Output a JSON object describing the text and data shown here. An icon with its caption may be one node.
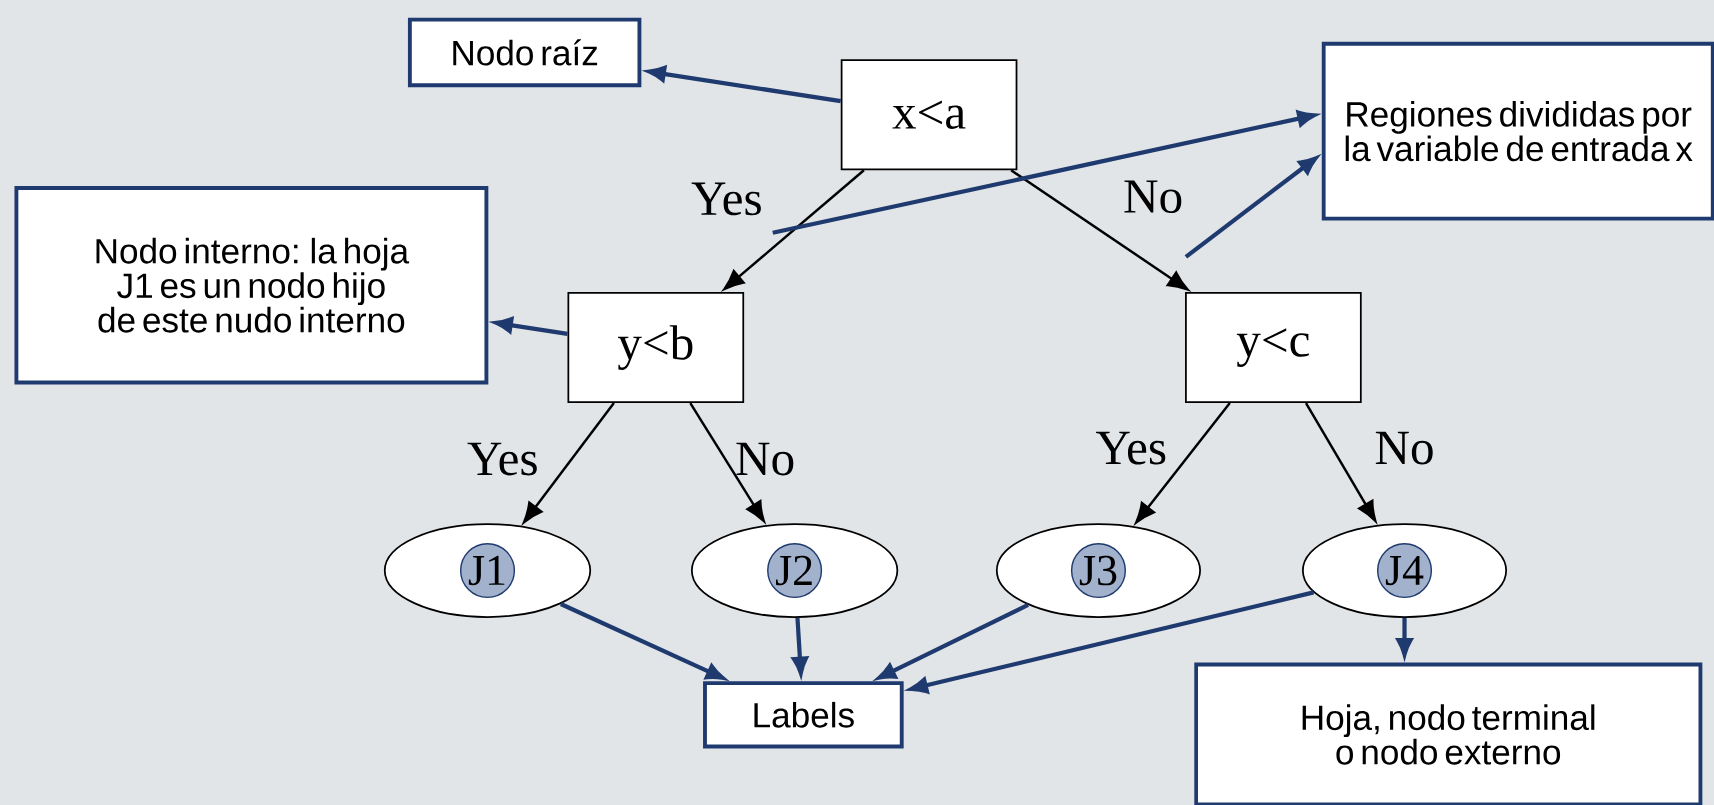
{
  "diagram": {
    "nodes": [
      {
        "text": [
          "Nodo raíz"
        ]
      },
      {
        "text": [
          "x<a"
        ]
      },
      {
        "text": [
          "Regiones divididas por la variable de entrada x"
        ]
      },
      {
        "text": [
          "Nodo interno: la hoja J1 es un nodo hijo de este nudo interno"
        ]
      },
      {
        "text": [
          "y<b"
        ]
      },
      {
        "text": [
          "y<c"
        ]
      },
      {
        "text": [
          "J1"
        ]
      },
      {
        "text": [
          "J2"
        ]
      },
      {
        "text": [
          "J3"
        ]
      },
      {
        "text": [
          "J4"
        ]
      },
      {
        "text": [
          "Labels"
        ]
      },
      {
        "text": [
          "Hoja, nodo terminal o nodo externo"
        ]
      }
    ],
    "edges": [
      {
        "from": 1,
        "to": 4,
        "arrow": "to",
        "label": "Yes",
        "color": "#000000"
      },
      {
        "from": 1,
        "to": 5,
        "arrow": "to",
        "label": "No",
        "color": "#000000"
      },
      {
        "from": 4,
        "to": 6,
        "arrow": "to",
        "label": "Yes",
        "color": "#000000"
      },
      {
        "from": 4,
        "to": 7,
        "arrow": "to",
        "label": "No",
        "color": "#000000"
      },
      {
        "from": 5,
        "to": 8,
        "arrow": "to",
        "label": "Yes",
        "color": "#000000"
      },
      {
        "from": 5,
        "to": 9,
        "arrow": "to",
        "label": "No",
        "color": "#000000"
      },
      {
        "from": 1,
        "to": 0,
        "arrow": "to"
      },
      {
        "from": null,
        "to": 2,
        "arrow": "to"
      },
      {
        "from": null,
        "to": 2,
        "arrow": "to"
      },
      {
        "from": 4,
        "to": 3,
        "arrow": "to"
      },
      {
        "from": 6,
        "to": 10,
        "arrow": "to"
      },
      {
        "from": 7,
        "to": 10,
        "arrow": "to"
      },
      {
        "from": 8,
        "to": 10,
        "arrow": "to"
      },
      {
        "from": 9,
        "to": 10,
        "arrow": "to"
      },
      {
        "from": 9,
        "to": 11,
        "arrow": "to"
      }
    ]
  }
}
